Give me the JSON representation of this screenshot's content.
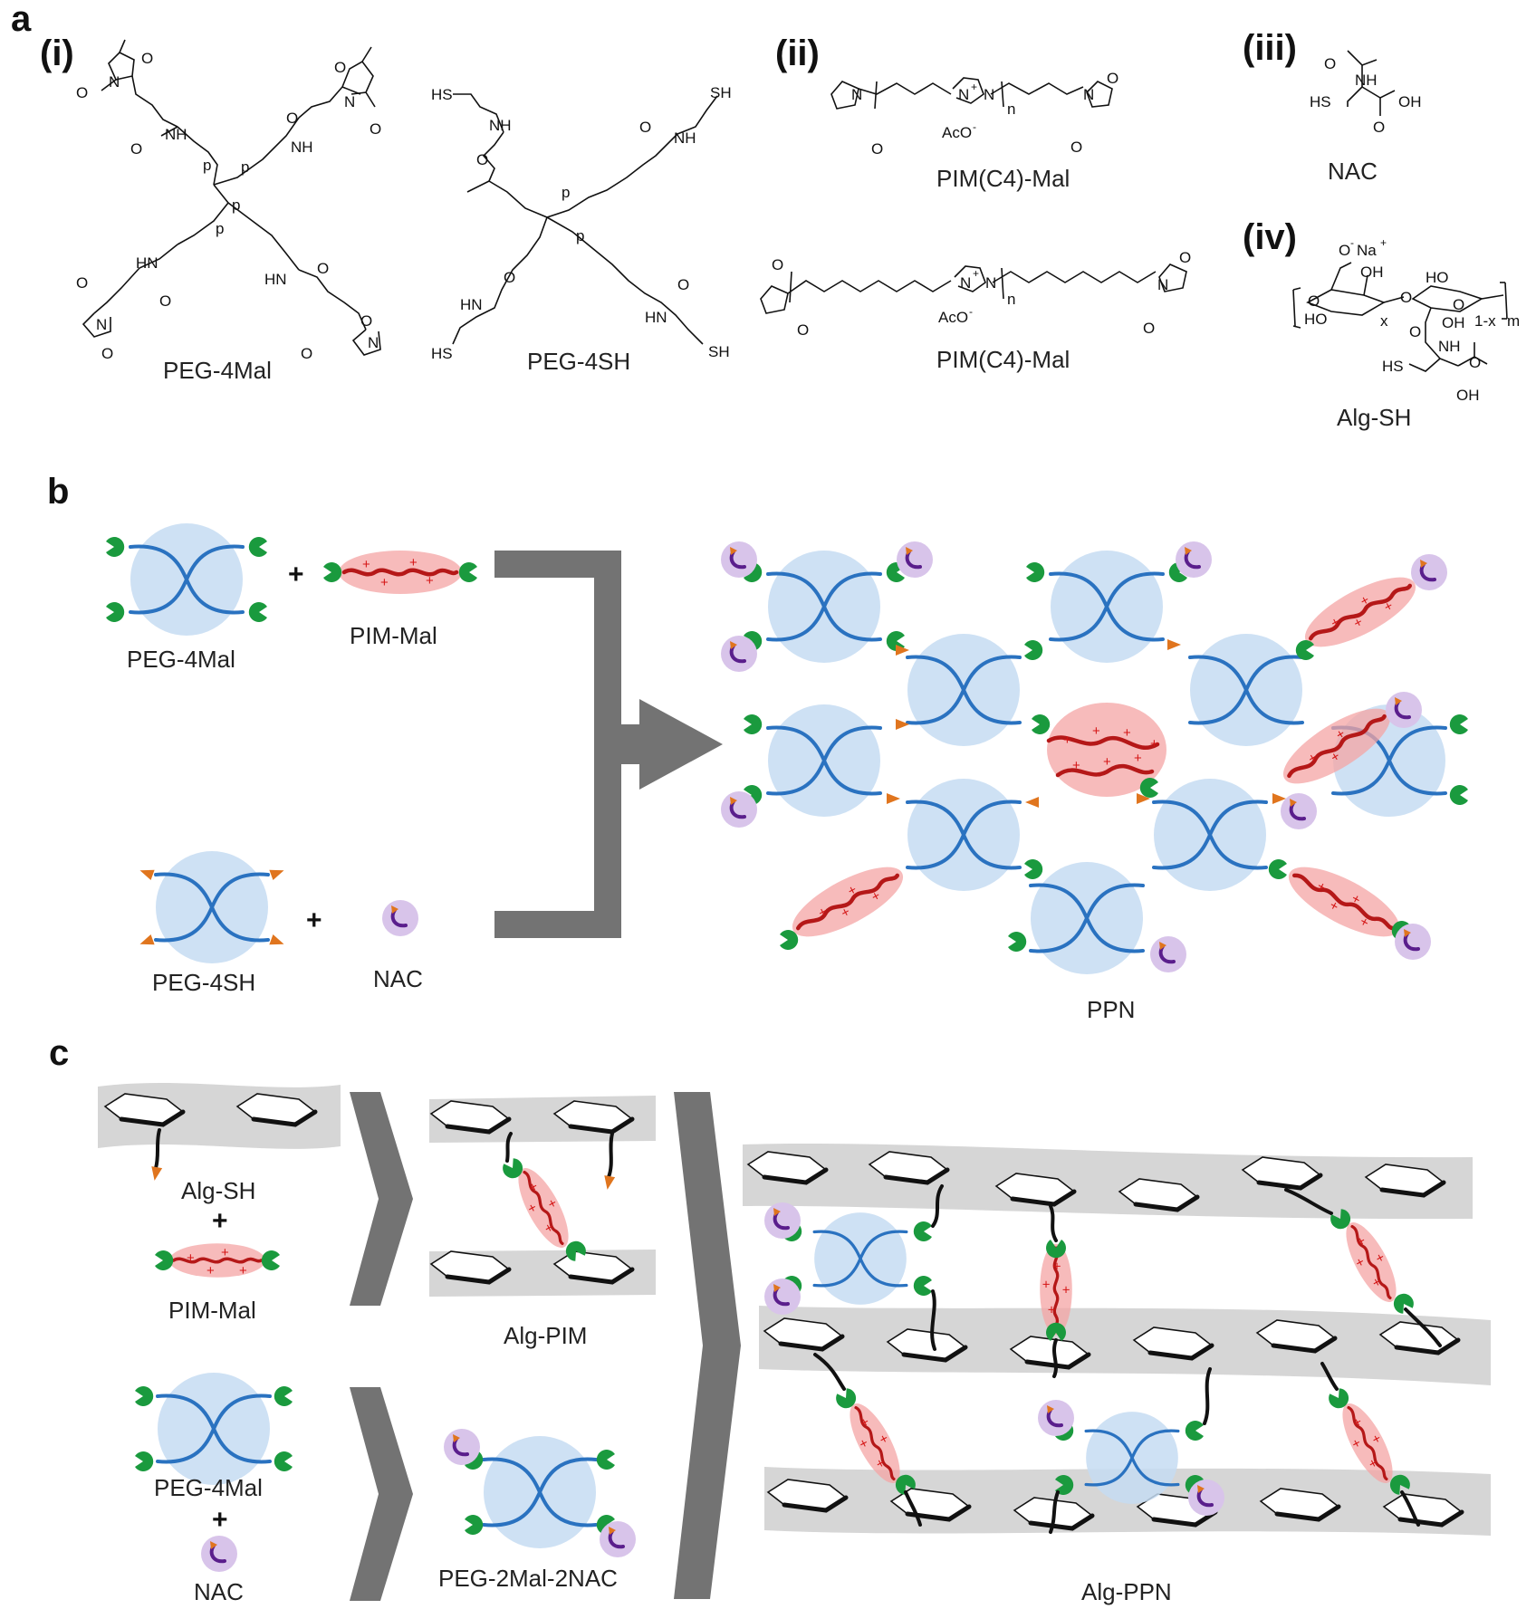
{
  "panels": {
    "a": {
      "label": "a",
      "sub_i": "(i)",
      "sub_ii": "(ii)",
      "sub_iii": "(iii)",
      "sub_iv": "(iv)",
      "names": {
        "peg4mal": "PEG-4Mal",
        "peg4sh": "PEG-4SH",
        "pim_c4_top": "PIM(C4)-Mal",
        "pim_c4_bottom": "PIM(C4)-Mal",
        "nac": "NAC",
        "algsh": "Alg-SH"
      },
      "atoms": {
        "nh": "NH",
        "hn": "HN",
        "hs": "HS",
        "sh": "SH",
        "oh": "OH",
        "ho": "HO",
        "n": "N",
        "o": "O",
        "p": "p",
        "n_sub": "n",
        "x_sub": "x",
        "one_minus_x": "1-x",
        "m_sub": "m",
        "n_plus": "N",
        "plus_sup": "+",
        "aco": "AcO",
        "minus_sup": "-",
        "na": "Na",
        "o_minus": "O"
      }
    },
    "b": {
      "label": "b",
      "names": {
        "peg4mal": "PEG-4Mal",
        "pimmal": "PIM-Mal",
        "peg4sh": "PEG-4SH",
        "nac": "NAC",
        "ppn": "PPN"
      },
      "plus_sign": "+",
      "charge_sign": "+"
    },
    "c": {
      "label": "c",
      "names": {
        "algsh": "Alg-SH",
        "pimmal": "PIM-Mal",
        "algpim": "Alg-PIM",
        "peg4mal": "PEG-4Mal",
        "nac": "NAC",
        "peg2mal2nac": "PEG-2Mal-2NAC",
        "algppn": "Alg-PPN"
      },
      "plus_sign": "+"
    }
  },
  "colors": {
    "peg_halo": "#c6dcf2",
    "peg_chain": "#2a72c0",
    "pim_halo": "#f4a4a4",
    "pim_chain": "#b51818",
    "maleimide": "#1a9a3e",
    "thiol": "#e0751e",
    "nac_halo": "#d8c4ea",
    "nac_cup": "#5a1e8c",
    "alginate_band": "#d6d6d6",
    "arrow": "#737373"
  },
  "icons": [
    "maleimide-end-icon",
    "thiol-end-icon",
    "nac-icon",
    "peg-star-icon",
    "pim-chain-icon",
    "alginate-ring-icon"
  ]
}
